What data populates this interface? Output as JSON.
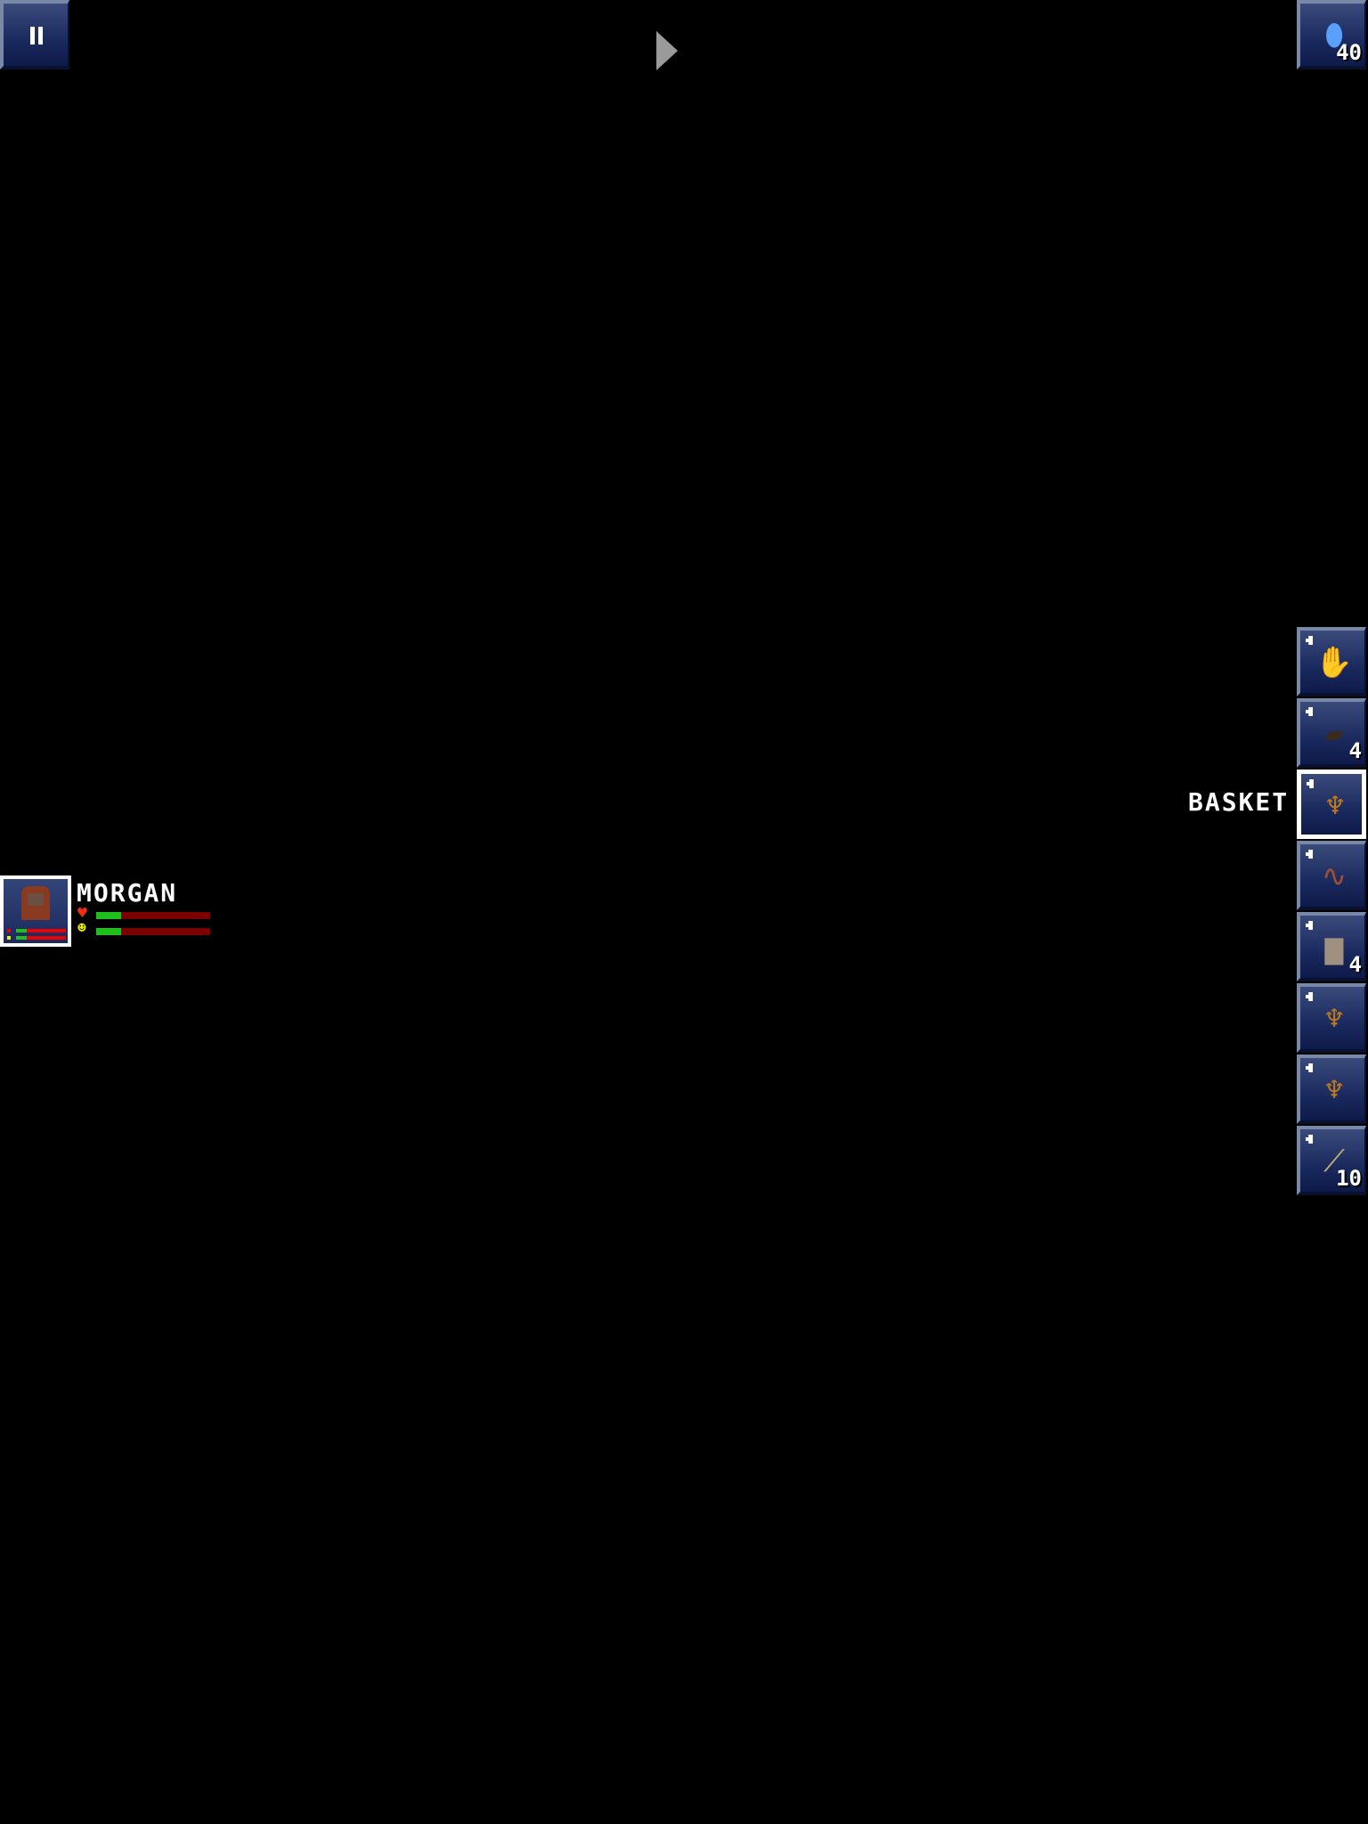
{
  "hud": {
    "crystal_count": "40"
  },
  "character": {
    "name": "MORGAN",
    "health": 0.22,
    "mood": 0.22
  },
  "inventory": {
    "selected_label": "BASKET",
    "slots": [
      {
        "item": "hand",
        "icon": "✋",
        "count": ""
      },
      {
        "item": "stone",
        "icon": "▰",
        "count": "4"
      },
      {
        "item": "basket",
        "icon": "♆",
        "count": ""
      },
      {
        "item": "rope",
        "icon": "∿",
        "count": ""
      },
      {
        "item": "rock",
        "icon": "▆",
        "count": "4"
      },
      {
        "item": "basket",
        "icon": "♆",
        "count": ""
      },
      {
        "item": "basket",
        "icon": "♆",
        "count": ""
      },
      {
        "item": "bone",
        "icon": "⟋",
        "count": "10"
      }
    ]
  }
}
